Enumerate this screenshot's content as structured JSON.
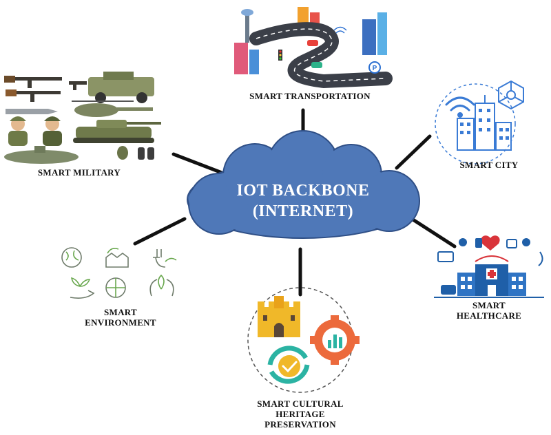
{
  "hub": {
    "line1": "IOT BACKBONE",
    "line2": "(INTERNET)"
  },
  "nodes": {
    "transportation": "SMART TRANSPORTATION",
    "military": "SMART MILITARY",
    "city": "SMART CITY",
    "healthcare_line1": "SMART",
    "healthcare_line2": "HEALTHCARE",
    "environment_line1": "SMART",
    "environment_line2": "ENVIRONMENT",
    "heritage_line1": "SMART CULTURAL",
    "heritage_line2": "HERITAGE",
    "heritage_line3": "PRESERVATION"
  },
  "colors": {
    "cloud": "#4f78b8",
    "cloud_stroke": "#2f4f86",
    "connector": "#111111",
    "military_green": "#7d8a5a",
    "city_blue": "#3a7bd5",
    "health_blue": "#1f5fa8",
    "health_red": "#d9343a",
    "env_green": "#6aa84f",
    "heritage_gold": "#f0b829",
    "heritage_orange": "#ec6a3c",
    "heritage_teal": "#2bb3a3"
  },
  "icons": [
    "road-icon",
    "rifle-icon",
    "tank-icon",
    "helicopter-icon",
    "soldier-icon",
    "building-icon",
    "wifi-icon",
    "network-icon",
    "hospital-icon",
    "heart-icon",
    "globe-icon",
    "plant-icon",
    "castle-icon",
    "gear-icon",
    "check-icon"
  ]
}
